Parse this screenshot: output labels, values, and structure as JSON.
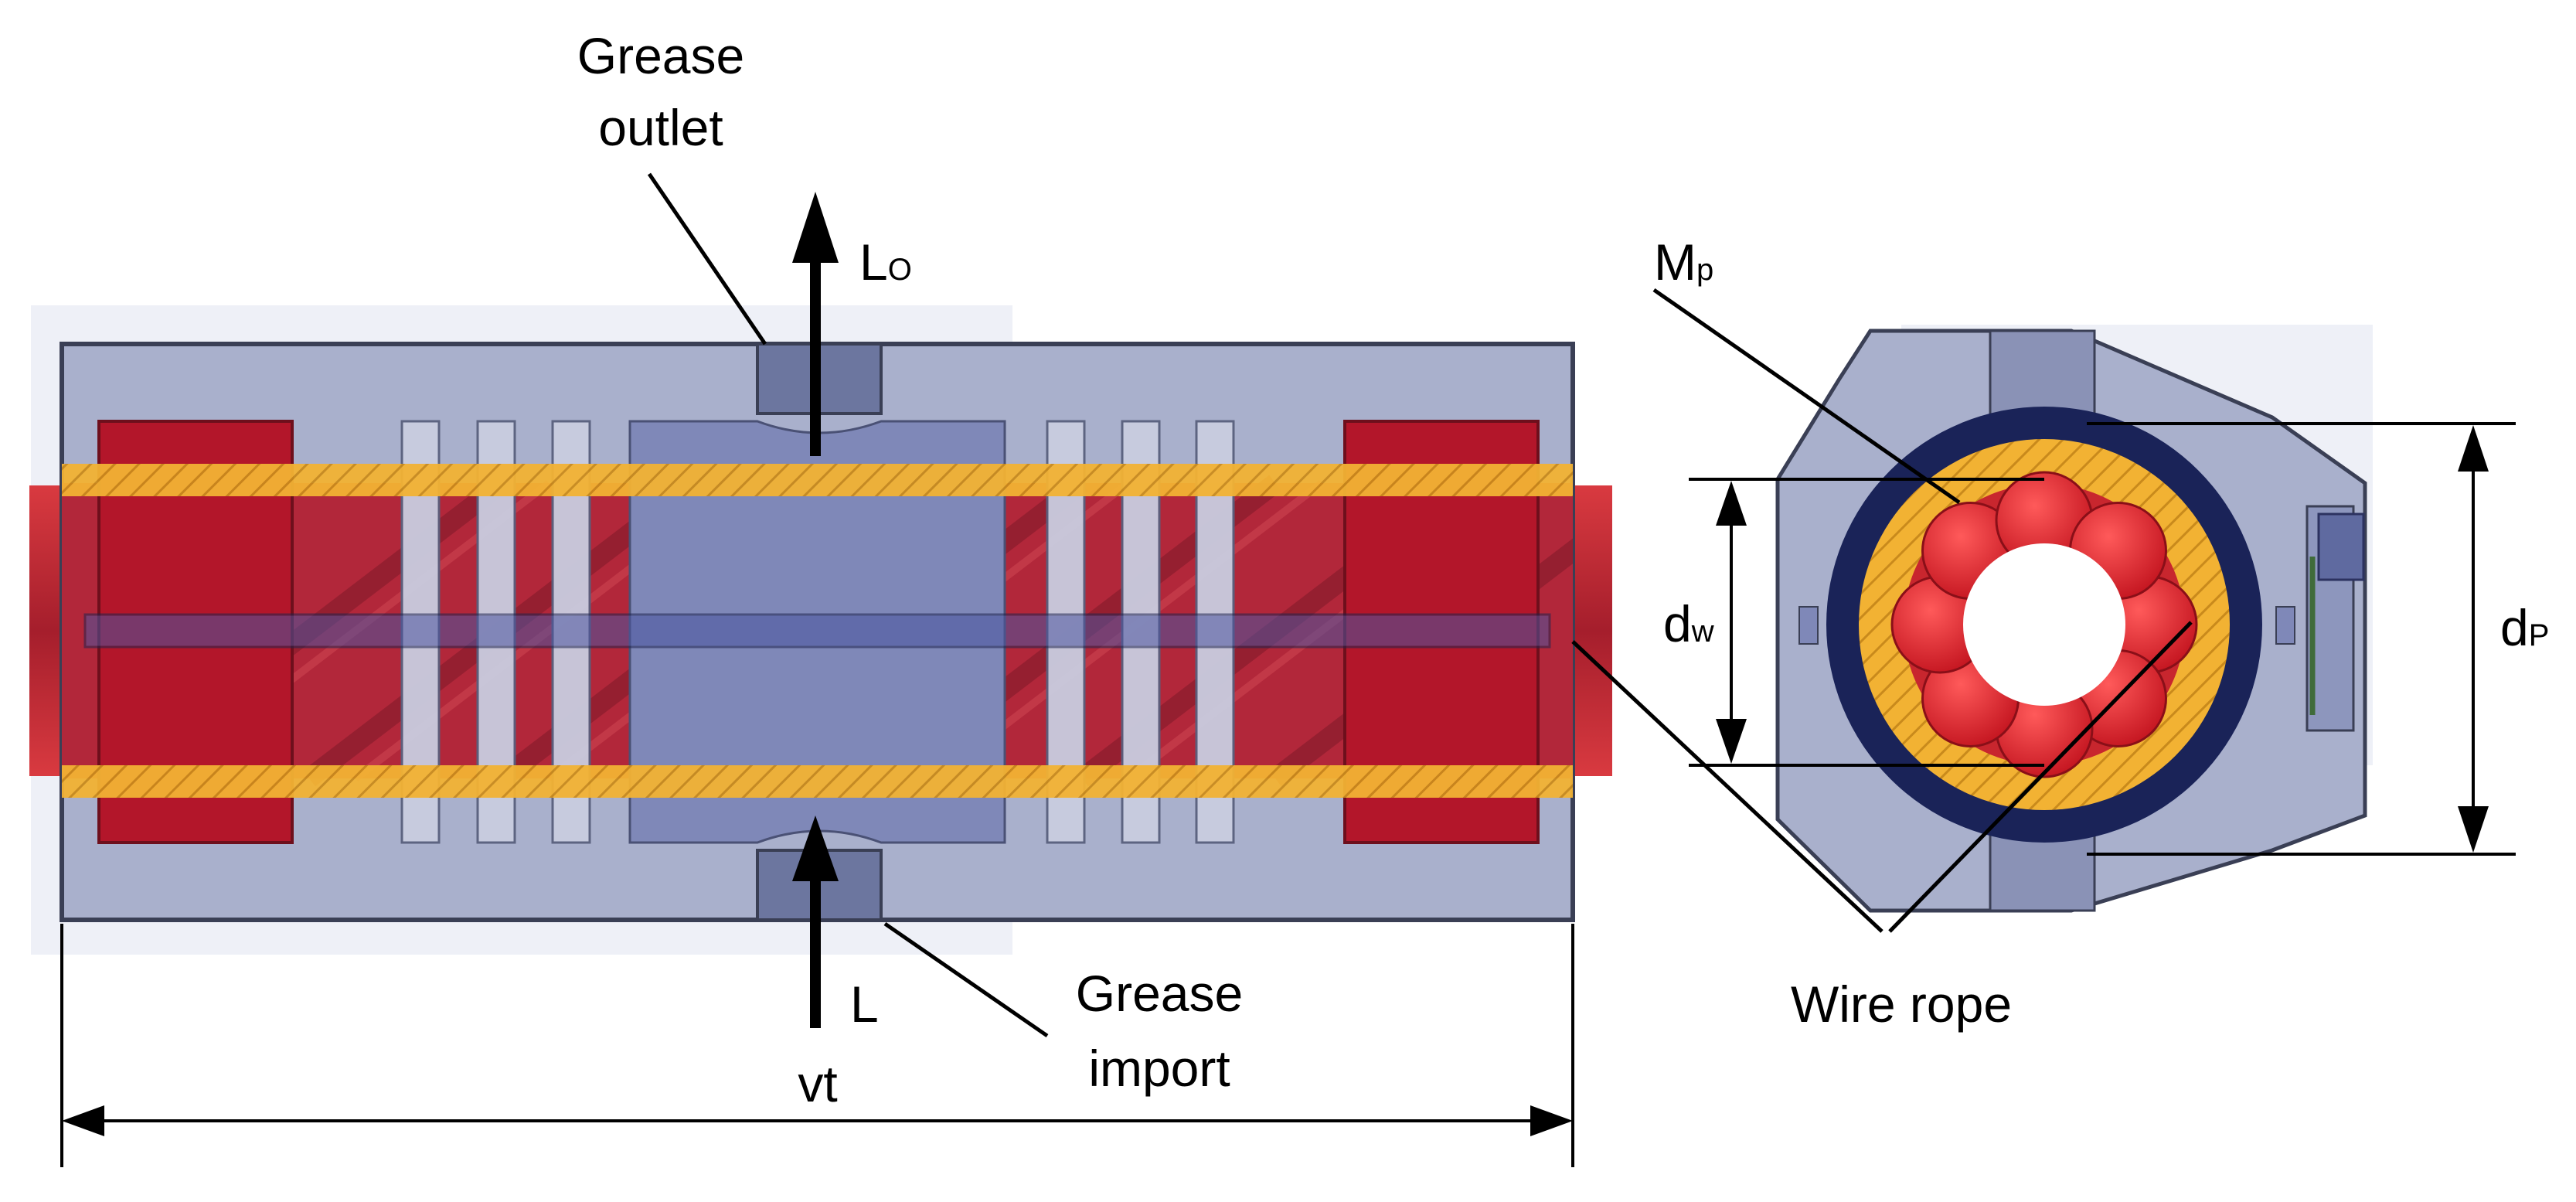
{
  "labels": {
    "grease_outlet_line1": "Grease",
    "grease_outlet_line2": "outlet",
    "lo_main": "L",
    "lo_sub": "O",
    "grease_import_line1": "Grease",
    "grease_import_line2": "import",
    "l_inlet": "L",
    "vt": "vt",
    "mp_main": "M",
    "mp_sub": "p",
    "dw_main": "d",
    "dw_sub": "w",
    "dp_main": "d",
    "dp_sub": "P",
    "wire_rope": "Wire rope"
  },
  "colors": {
    "housing": "#a9b0cc",
    "housing_edge": "#3a3f55",
    "rope_red": "#c8262e",
    "rope_dark": "#7f1a26",
    "seal_red": "#b3162a",
    "hatch_orange": "#f2b233",
    "navy_ring": "#1a2358",
    "cavity": "#7f88b8"
  }
}
